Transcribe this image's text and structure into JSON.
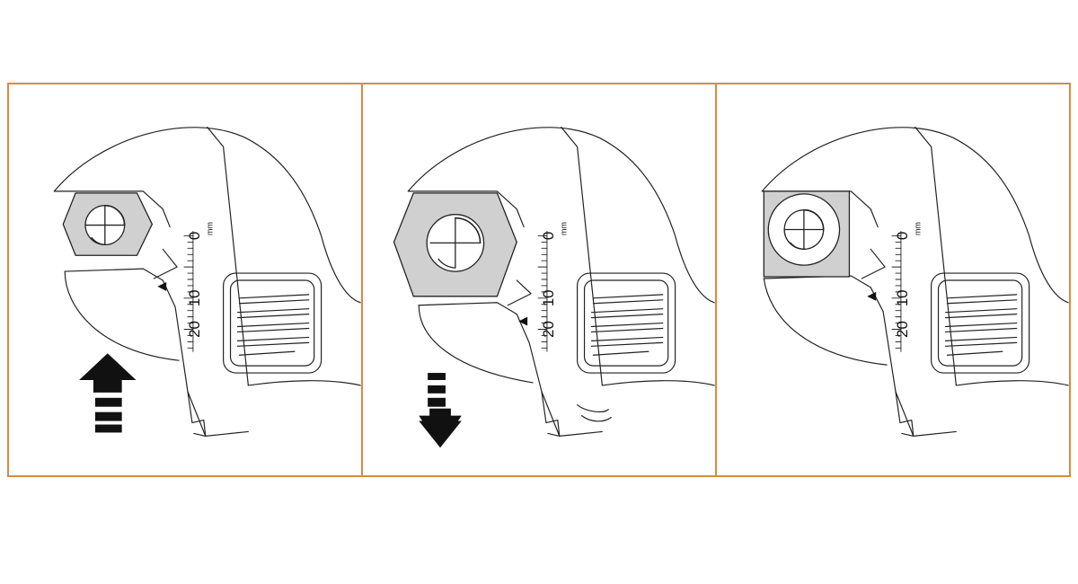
{
  "figure": {
    "panel_border_color": "#d88a43",
    "line_color": "#222222",
    "nut_fill_color": "#d0d0d0",
    "panels": [
      {
        "id": "panel-1",
        "step": "jaw-closing",
        "arrow": "up-arrow-icon",
        "nut_shape": "hexagon",
        "nut_size": "small",
        "scale": {
          "labels": [
            "0",
            "10",
            "20"
          ],
          "unit": "mm"
        }
      },
      {
        "id": "panel-2",
        "step": "jaw-opening",
        "arrow": "down-arrow-icon",
        "nut_shape": "hexagon",
        "nut_size": "large",
        "scale": {
          "labels": [
            "0",
            "10",
            "20"
          ],
          "unit": "mm"
        }
      },
      {
        "id": "panel-3",
        "step": "jaw-set",
        "arrow": "none",
        "nut_shape": "square",
        "nut_size": "small",
        "scale": {
          "labels": [
            "0",
            "10",
            "20"
          ],
          "unit": "mm"
        }
      }
    ]
  }
}
